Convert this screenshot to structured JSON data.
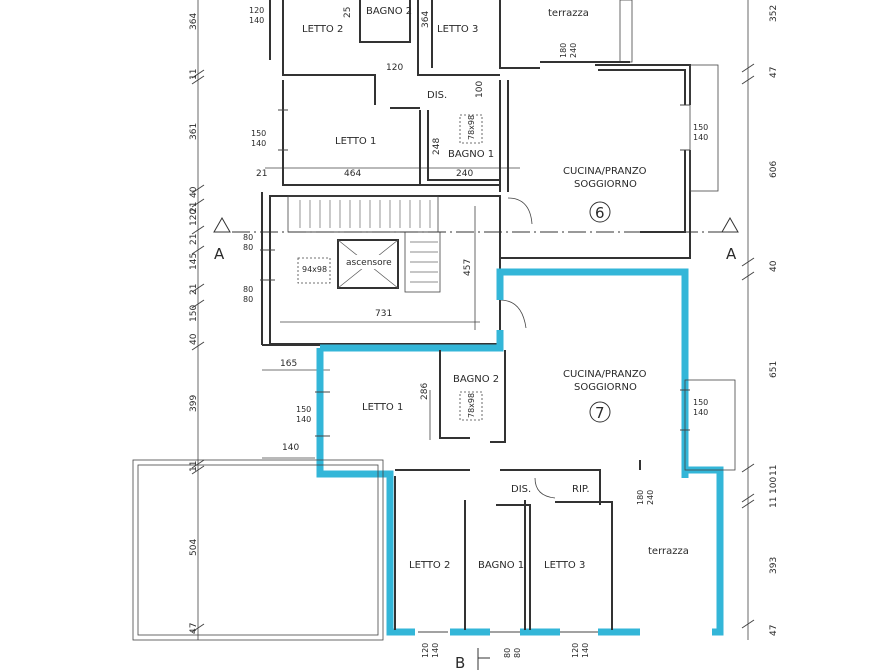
{
  "rooms_upper": {
    "letto2": "LETTO 2",
    "bagno2": "BAGNO 2",
    "letto3": "LETTO 3",
    "terrazza": "terrazza",
    "dis": "DIS.",
    "letto1": "LETTO 1",
    "bagno1": "BAGNO 1",
    "cucina_line1": "CUCINA/PRANZO",
    "cucina_line2": "SOGGIORNO",
    "unit_number": "6"
  },
  "rooms_lower": {
    "letto1": "LETTO 1",
    "bagno2": "BAGNO 2",
    "cucina_line1": "CUCINA/PRANZO",
    "cucina_line2": "SOGGIORNO",
    "unit_number": "7",
    "dis": "DIS.",
    "rip": "RIP.",
    "letto2": "LETTO 2",
    "bagno1": "BAGNO 1",
    "letto3": "LETTO 3",
    "terrazza": "terrazza"
  },
  "core": {
    "lift_label": "ascensore",
    "lift_size": "94x98",
    "shaft_upper": "78x98",
    "shaft_lower": "78x98"
  },
  "section_markers": {
    "a_left": "A",
    "a_right": "A",
    "b_bottom": "B"
  },
  "dims_left": [
    "364",
    "11",
    "361",
    "40",
    "21",
    "120",
    "21",
    "145",
    "21",
    "150",
    "40",
    "399",
    "11",
    "504",
    "47"
  ],
  "dims_right": [
    "352",
    "47",
    "606",
    "40",
    "651",
    "11",
    "100",
    "11",
    "393",
    "47"
  ],
  "dims_internal": {
    "d120a": "120",
    "d100": "100",
    "d464": "464",
    "d240": "240",
    "d248": "248",
    "d21": "21",
    "d457": "457",
    "d731": "731",
    "d165": "165",
    "d286": "286",
    "d140": "140",
    "d25": "25",
    "d364b": "364"
  },
  "windows": {
    "w_top_left_a": "120",
    "w_top_left_b": "140",
    "w_upper_l1_a": "150",
    "w_upper_l1_b": "140",
    "w_upper_kit_a": "150",
    "w_upper_kit_b": "140",
    "w_upper_terr_a": "180",
    "w_upper_terr_b": "240",
    "w_core1_a": "80",
    "w_core1_b": "80",
    "w_core2_a": "80",
    "w_core2_b": "80",
    "w_lower_l1_a": "150",
    "w_lower_l1_b": "140",
    "w_lower_kit_a": "150",
    "w_lower_kit_b": "140",
    "w_lower_terr_a": "180",
    "w_lower_terr_b": "240",
    "w_bot_l2_a": "120",
    "w_bot_l2_b": "140",
    "w_bot_b1_a": "80",
    "w_bot_b1_b": "80",
    "w_bot_l3_a": "120",
    "w_bot_l3_b": "140"
  }
}
